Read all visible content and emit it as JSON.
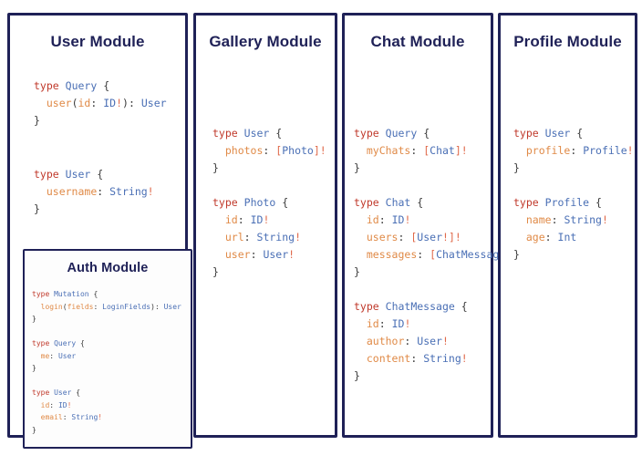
{
  "board": {
    "background": "#ffffff",
    "border_color": "#1f2157",
    "columns": 4
  },
  "palette": {
    "border": "#1f2157",
    "title": "#1f2157",
    "keyword": "#c0392b",
    "type_name": "#4a6fb5",
    "field_name": "#e08a47",
    "punctuation": "#3a3a3a",
    "non_null": "#e0694a"
  },
  "modules": {
    "user": {
      "title": "User Module",
      "code_1": "type Query {\n  user(id: ID!): User\n}",
      "code_2": "type User {\n  username: String!\n}"
    },
    "auth": {
      "title": "Auth Module",
      "code": "type Mutation {\n  login(fields: LoginFields): User\n}\n\ntype Query {\n  me: User\n}\n\ntype User {\n  id: ID!\n  email: String!\n}"
    },
    "gallery": {
      "title": "Gallery Module",
      "code": "type User {\n  photos: [Photo]!\n}\n\ntype Photo {\n  id: ID!\n  url: String!\n  user: User!\n}"
    },
    "chat": {
      "title": "Chat Module",
      "code": "type Query {\n  myChats: [Chat]!\n}\n\ntype Chat {\n  id: ID!\n  users: [User!]!\n  messages: [ChatMessage]!\n}\n\ntype ChatMessage {\n  id: ID!\n  author: User!\n  content: String!\n}"
    },
    "profile": {
      "title": "Profile Module",
      "code": "type User {\n  profile: Profile!\n}\n\ntype Profile {\n  name: String!\n  age: Int\n}"
    }
  }
}
